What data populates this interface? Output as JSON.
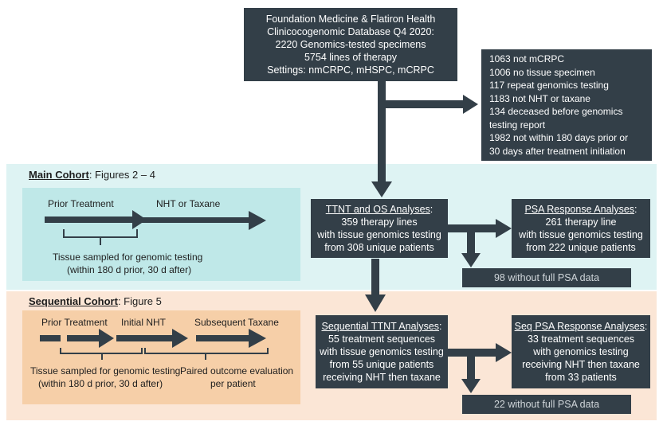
{
  "source_box": {
    "lines": [
      "Foundation Medicine & Flatiron Health",
      "Clinicocogenomic Database Q4 2020:",
      "2220 Genomics-tested specimens",
      "5754 lines of therapy",
      "Settings: nmCRPC, mHSPC, mCRPC"
    ]
  },
  "exclusion_box": {
    "lines": [
      "1063 not mCRPC",
      "1006 no tissue specimen",
      "117 repeat genomics testing",
      "1183 not NHT or taxane",
      "134 deceased before genomics",
      "testing report",
      "1982 not within 180 days prior or",
      "30 days after treatment initiation"
    ]
  },
  "main_cohort": {
    "title": "Main Cohort",
    "subtitle": ": Figures 2 – 4",
    "prior_treatment": "Prior Treatment",
    "nht_or_taxane": "NHT or Taxane",
    "tissue_line1": "Tissue sampled for genomic testing",
    "tissue_line2": "(within 180 d  prior, 30 d  after)"
  },
  "sequential_cohort": {
    "title": "Sequential Cohort",
    "subtitle": ": Figure 5",
    "prior_treatment": "Prior Treatment",
    "initial_nht": "Initial NHT",
    "subsequent_taxane": "Subsequent Taxane",
    "tissue_line1": "Tissue sampled for genomic testing",
    "tissue_line2": "(within 180 d  prior, 30 d  after)",
    "paired_line1": "Paired outcome evaluation",
    "paired_line2": "per patient"
  },
  "ttnt_os_box": {
    "header": "TTNT and OS Analyses",
    "colon": ":",
    "lines": [
      "359 therapy lines",
      "with tissue genomics testing",
      "from 308 unique patients"
    ]
  },
  "psa_box": {
    "header": "PSA Response Analyses",
    "colon": ":",
    "lines": [
      "261 therapy line",
      "with tissue genomics testing",
      "from 222 unique patients"
    ]
  },
  "psa_missing": "98 without full PSA data",
  "seq_ttnt_box": {
    "header": "Sequential TTNT Analyses",
    "colon": ":",
    "lines": [
      "55 treatment sequences",
      "with tissue genomics testing",
      "from 55 unique patients",
      "receiving NHT then taxane"
    ]
  },
  "seq_psa_box": {
    "header": "Seq PSA Response Analyses",
    "colon": ":",
    "lines": [
      "33 treatment sequences",
      "with genomics testing",
      "receiving NHT then taxane",
      "from 33 patients"
    ]
  },
  "seq_psa_missing": "22 without full PSA data",
  "colors": {
    "box": "#333f48",
    "main_band": "#def3f3",
    "main_panel": "#bfe8e8",
    "seq_band": "#fbe6d6",
    "seq_panel": "#f6cfa8"
  }
}
